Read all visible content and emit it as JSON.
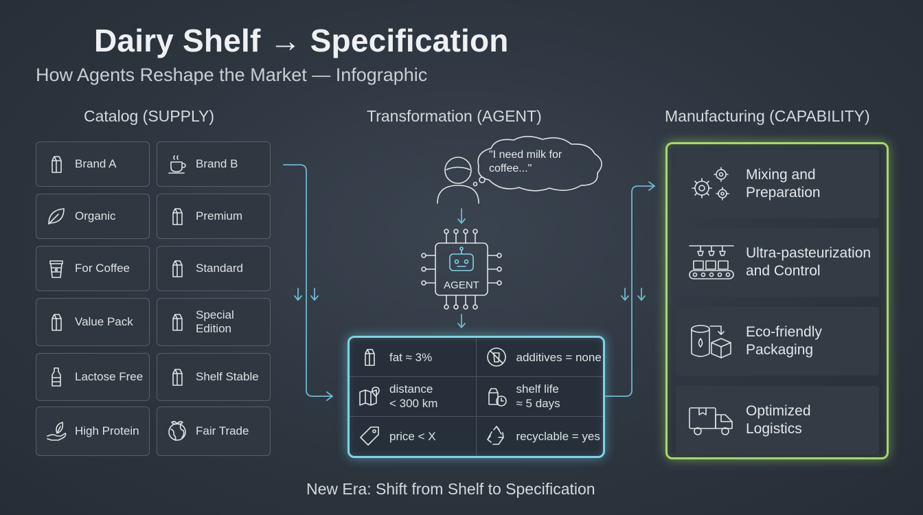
{
  "header": {
    "title": "Dairy Shelf → Specification",
    "subtitle": "How Agents Reshape the Market — Infographic"
  },
  "columns": {
    "catalog": "Catalog (SUPPLY)",
    "transformation": "Transformation (AGENT)",
    "manufacturing": "Manufacturing (CAPABILITY)"
  },
  "catalog_items": [
    {
      "label": "Brand A",
      "icon": "milk-carton-icon"
    },
    {
      "label": "Brand B",
      "icon": "coffee-cup-icon"
    },
    {
      "label": "Organic",
      "icon": "leaf-icon"
    },
    {
      "label": "Premium",
      "icon": "milk-carton-icon"
    },
    {
      "label": "For Coffee",
      "icon": "takeaway-cup-icon"
    },
    {
      "label": "Standard",
      "icon": "milk-carton-icon"
    },
    {
      "label": "Value Pack",
      "icon": "milk-carton-icon"
    },
    {
      "label": "Special Edition",
      "icon": "milk-carton-icon"
    },
    {
      "label": "Lactose Free",
      "icon": "bottle-icon"
    },
    {
      "label": "Shelf Stable",
      "icon": "milk-carton-icon"
    },
    {
      "label": "High Protein",
      "icon": "hand-leaf-icon"
    },
    {
      "label": "Fair Trade",
      "icon": "globe-leaf-icon"
    }
  ],
  "agent": {
    "speech": "\"I need milk for coffee...\"",
    "chip_label": "AGENT"
  },
  "spec_items": [
    {
      "label": "fat ≈ 3%",
      "icon": "milk-carton-icon"
    },
    {
      "label": "additives = none",
      "icon": "no-additives-icon"
    },
    {
      "label": "distance\n< 300 km",
      "icon": "map-pin-icon"
    },
    {
      "label": "shelf life\n≈ 5 days",
      "icon": "carton-clock-icon"
    },
    {
      "label": "price < X",
      "icon": "price-tag-icon"
    },
    {
      "label": "recyclable = yes",
      "icon": "recycle-icon"
    }
  ],
  "manufacturing_items": [
    {
      "label": "Mixing and\nPreparation",
      "icon": "gears-icon"
    },
    {
      "label": "Ultra-pasteurization\nand Control",
      "icon": "conveyor-icon"
    },
    {
      "label": "Eco-friendly\nPackaging",
      "icon": "tank-box-icon"
    },
    {
      "label": "Optimized\nLogistics",
      "icon": "truck-icon"
    }
  ],
  "footer": "New Era: Shift from Shelf to Specification",
  "colors": {
    "background": "#2c343e",
    "spec_glow": "#7fd3e6",
    "manufacturing_glow": "#a8d86a",
    "arrow": "#6fb8cf"
  }
}
